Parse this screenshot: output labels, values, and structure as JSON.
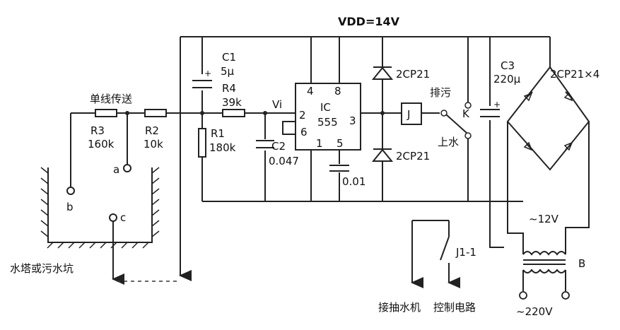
{
  "labels": {
    "vdd": "VDD=14V",
    "single_wire": "单线传送",
    "r3": "R3",
    "r3_val": "160k",
    "r2": "R2",
    "r2_val": "10k",
    "c1": "C1",
    "c1_val": "5μ",
    "r4": "R4",
    "r4_val": "39k",
    "r1": "R1",
    "r1_val": "180k",
    "vi": "Vi",
    "c2": "C2",
    "c2_val": "0.047",
    "pin4": "4",
    "pin8": "8",
    "ic": "IC",
    "pin2": "2",
    "ic555": "555",
    "pin3": "3",
    "pin6": "6",
    "pin1": "1",
    "pin5": "5",
    "cap_001": "0.01",
    "diode_up": "2CP21",
    "diode_down": "2CP21",
    "relay": "J",
    "drain": "排污",
    "switch_k": "K",
    "fill": "上水",
    "c3": "C3",
    "c3_val": "220μ",
    "bridge": "2CP21×4",
    "a": "a",
    "b": "b",
    "c": "c",
    "tower": "水塔或污水坑",
    "secondary": "~12V",
    "transformer": "B",
    "primary": "~220V",
    "j11": "J1-1",
    "pump": "接抽水机",
    "control": "控制电路"
  }
}
